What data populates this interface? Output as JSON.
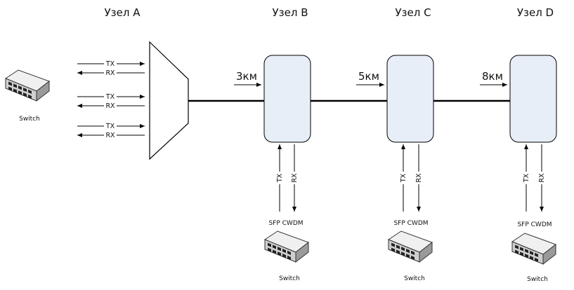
{
  "nodes": {
    "a": {
      "title": "Узел A"
    },
    "b": {
      "title": "Узел B",
      "distance": "3км",
      "sfp": "SFP CWDM",
      "switch": "Switch",
      "tx": "TX",
      "rx": "RX"
    },
    "c": {
      "title": "Узел C",
      "distance": "5км",
      "sfp": "SFP CWDM",
      "switch": "Switch",
      "tx": "TX",
      "rx": "RX"
    },
    "d": {
      "title": "Узел D",
      "distance": "8км",
      "sfp": "SFP CWDM",
      "switch": "Switch",
      "tx": "TX",
      "rx": "RX"
    }
  },
  "left_switch": {
    "label": "Switch"
  },
  "mux_ports": [
    {
      "tx": "TX",
      "rx": "RX"
    },
    {
      "tx": "TX",
      "rx": "RX"
    },
    {
      "tx": "TX",
      "rx": "RX"
    }
  ],
  "colors": {
    "oadm_fill": "#e8eef8",
    "line": "#000000",
    "switch_body": "#d9d9d9"
  }
}
